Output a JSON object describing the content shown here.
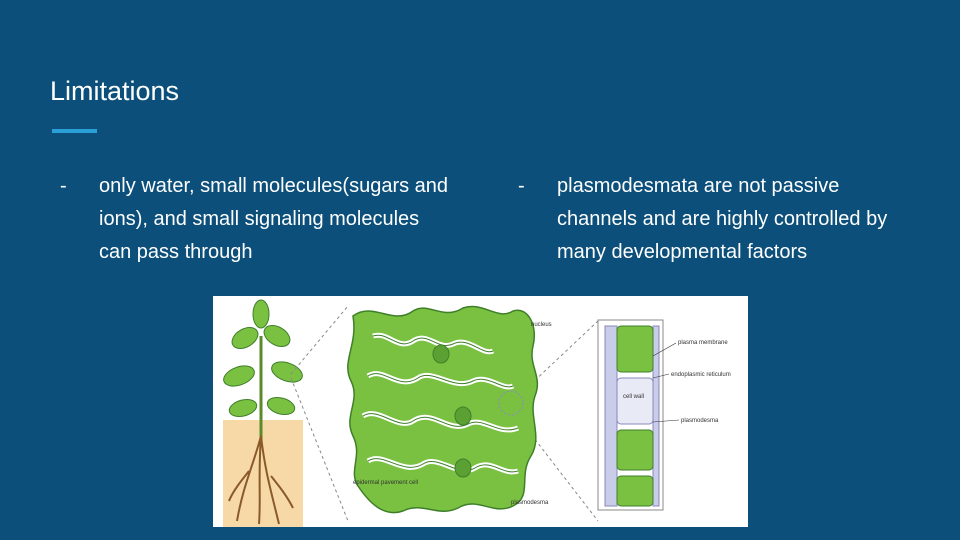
{
  "slide": {
    "title": "Limitations",
    "bullet_marker": "-",
    "left_bullet": "only water, small molecules(sugars and ions), and small signaling molecules can pass through",
    "right_bullet": "plasmodesmata are not passive channels and are highly controlled by many developmental factors"
  },
  "figure": {
    "labels": {
      "nucleus": "nucleus",
      "epidermal": "epidermal pavement cell",
      "plasmodesma_bottom": "plasmodesma",
      "plasma_membrane": "plasma membrane",
      "endoplasmic_reticulum": "endoplasmic reticulum",
      "cell_wall": "cell wall",
      "plasmodesma_right": "plasmodesma"
    }
  },
  "colors": {
    "background": "#0b4f7a",
    "accent": "#2a9fd8",
    "cell_green": "#7ac142",
    "cell_outline": "#3f7f2a"
  }
}
